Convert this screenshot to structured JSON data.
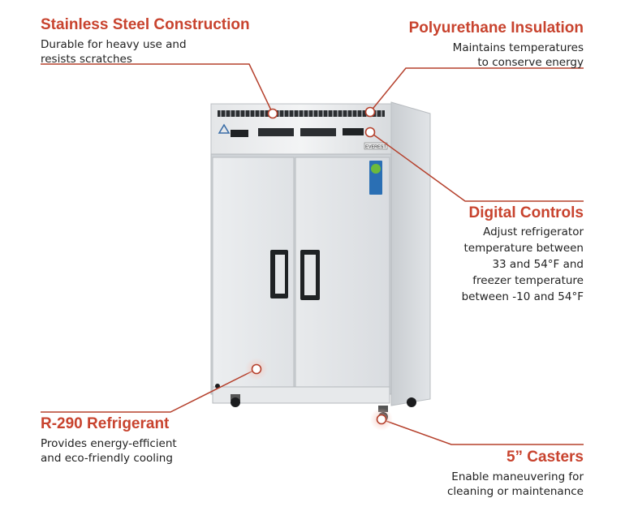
{
  "callouts": {
    "stainless": {
      "title": "Stainless Steel Construction",
      "lines": [
        "Durable for heavy use and",
        "resists scratches"
      ]
    },
    "insulation": {
      "title": "Polyurethane Insulation",
      "lines": [
        "Maintains temperatures",
        "to conserve energy"
      ]
    },
    "controls": {
      "title": "Digital Controls",
      "lines": [
        "Adjust refrigerator",
        "temperature between",
        "33 and 54°F and",
        "freezer temperature",
        "between -10 and 54°F"
      ]
    },
    "refrigerant": {
      "title": "R-290 Refrigerant",
      "lines": [
        "Provides energy-efficient",
        "and eco-friendly cooling"
      ]
    },
    "casters": {
      "title": "5” Casters",
      "lines": [
        "Enable maneuvering for",
        "cleaning or maintenance"
      ]
    }
  },
  "product": {
    "brand_badge": "EVEREST"
  },
  "colors": {
    "accent": "#c8432e",
    "line": "#b5402c",
    "steel": "#dcdfe2"
  }
}
